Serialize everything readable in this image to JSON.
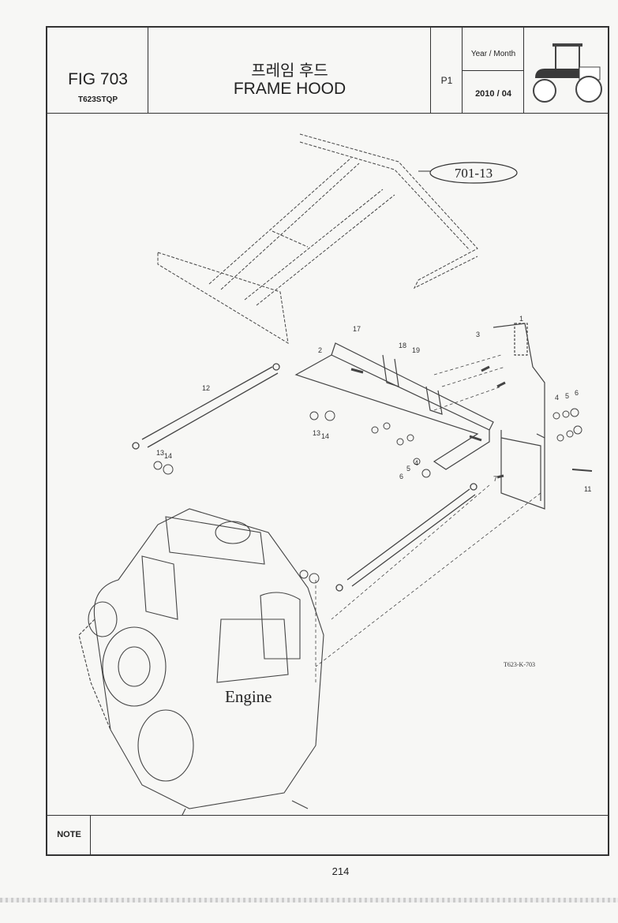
{
  "header": {
    "fig_label": "FIG 703",
    "model": "T623STQP",
    "title_ko": "프레임 후드",
    "title_en": "FRAME HOOD",
    "page": "P1",
    "date_label": "Year / Month",
    "date_value": "2010 / 04",
    "thumbnail_icon": "tractor-icon"
  },
  "drawing": {
    "ref_callout": "701-13",
    "engine_label": "Engine",
    "drawing_code": "T623-K-703",
    "callouts": [
      "1",
      "2",
      "3",
      "4",
      "5",
      "6",
      "7",
      "11",
      "12",
      "13",
      "14",
      "17",
      "18",
      "19",
      "13",
      "14",
      "6",
      "5",
      "4"
    ]
  },
  "note": {
    "label": "NOTE",
    "text": ""
  },
  "footer": {
    "page_number": "214"
  }
}
